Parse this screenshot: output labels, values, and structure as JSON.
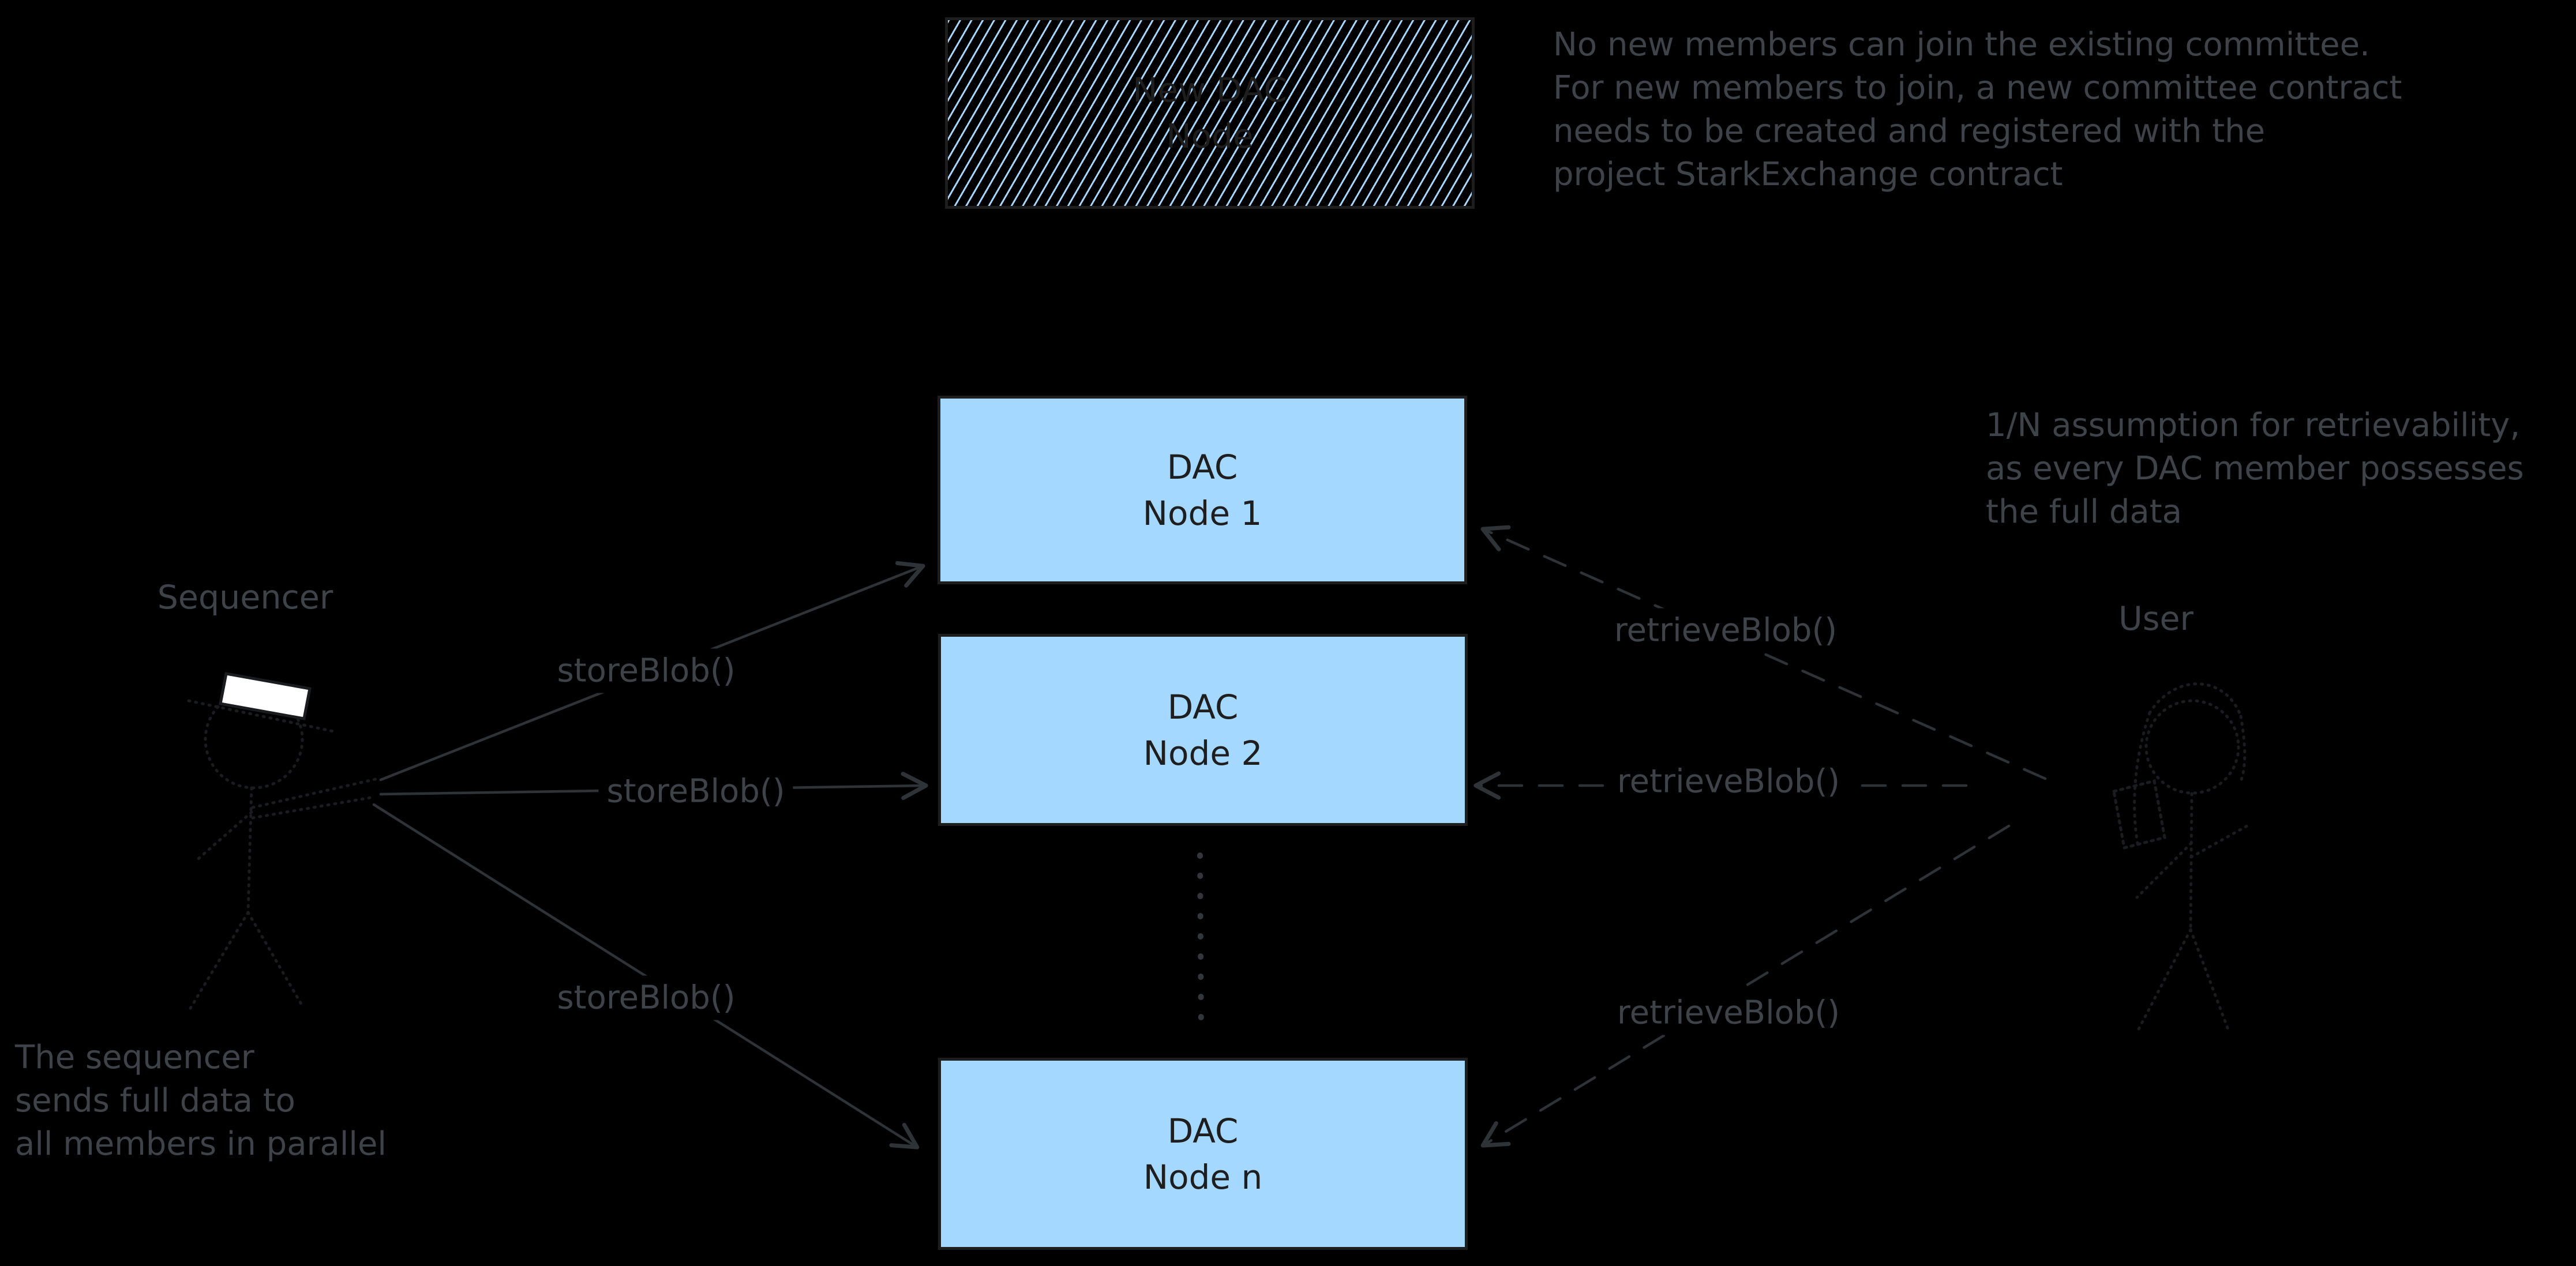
{
  "colors": {
    "background": "#000000",
    "node_fill": "#a5d8ff",
    "ink": "#1e1e1e",
    "annotation_gray": "#3d4349",
    "arrow_gray": "#2e3338",
    "hat_white": "#ffffff"
  },
  "new_node_box": {
    "label": "New DAC\nNode"
  },
  "nodes": [
    {
      "label": "DAC\nNode 1"
    },
    {
      "label": "DAC\nNode 2"
    },
    {
      "label": "DAC\nNode n"
    }
  ],
  "actors": {
    "sequencer": {
      "label": "Sequencer"
    },
    "user": {
      "label": "User"
    }
  },
  "calls": {
    "store": [
      "storeBlob()",
      "storeBlob()",
      "storeBlob()"
    ],
    "retrieve": [
      "retrieveBlob()",
      "retrieveBlob()",
      "retrieveBlob()"
    ]
  },
  "notes": {
    "committee": "No new members can join the existing committee.\nFor new members to join, a new committee contract\nneeds to be created and registered with the\nproject StarkExchange contract",
    "retrievability": "1/N assumption for retrievability,\nas every DAC member possesses\nthe full data",
    "parallel": "The sequencer\nsends full data to\nall members in parallel"
  }
}
